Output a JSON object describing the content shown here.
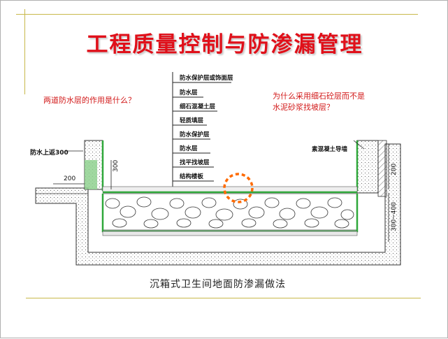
{
  "slide": {
    "title": "工程质量控制与防渗漏管理",
    "question_left": "两道防水层的作用是什么？",
    "question_right_line1": "为什么采用细石砼层而不是",
    "question_right_line2": "水泥砂浆找坡层？",
    "caption": "沉箱式卫生间地面防渗漏做法"
  },
  "layers": [
    "防水保护层或饰面层",
    "防水层",
    "细石混凝土层",
    "轻质填层",
    "防水保护层",
    "防水层",
    "找平找坡层",
    "结构楼板"
  ],
  "annotations": {
    "left_waterproof_up": "防水上返300",
    "right_curb": "素混凝土导墙",
    "dim_200_left": "200",
    "dim_300": "300",
    "dim_200_right": "200",
    "dim_300_400": "300~400"
  },
  "colors": {
    "title": "#e0101a",
    "question": "#d21a1a",
    "waterproof": "#2fa83a",
    "highlight": "#ff6a00"
  }
}
